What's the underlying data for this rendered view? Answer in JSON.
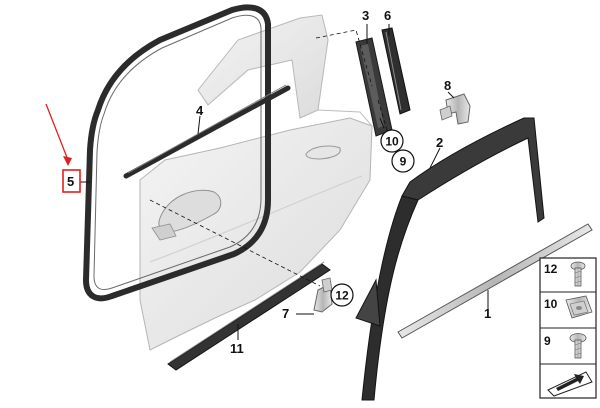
{
  "callouts": {
    "c1": "1",
    "c2": "2",
    "c3": "3",
    "c4": "4",
    "c5": "5",
    "c6": "6",
    "c7": "7",
    "c8": "8",
    "c9": "9",
    "c10": "10",
    "c11": "11",
    "c12": "12"
  },
  "legend": {
    "items": [
      "12",
      "10",
      "9"
    ]
  },
  "colors": {
    "highlight": "#e02020",
    "seal": "#2b2b2b",
    "door": "#eeeeee",
    "panel_border": "#222222"
  }
}
